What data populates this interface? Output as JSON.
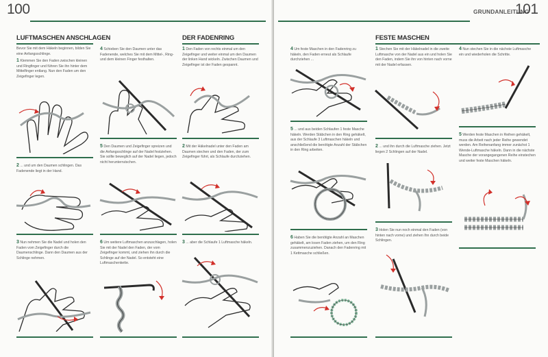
{
  "left": {
    "page_number": "100",
    "sections": {
      "luftmaschen": "LUFTMASCHEN ANSCHLAGEN",
      "fadenring": "DER FADENRING"
    },
    "intro": "Bevor Sie mit dem Häkeln beginnen, bilden Sie eine Anfangsschlinge.",
    "steps": {
      "l1": {
        "n": "1",
        "text": "Klemmen Sie den Faden zwischen kleinen und Ringfinger und führen Sie ihn hinter dem Mittelfinger entlang. Nun den Faden um den Zeigefinger legen."
      },
      "l2": {
        "n": "2",
        "text": "... und um den Daumen schlingen. Das Fadenende liegt in der Hand."
      },
      "l3": {
        "n": "3",
        "text": "Nun nehmen Sie die Nadel und holen den Faden vom Zeigefinger durch die Daumenschlinge. Dann den Daumen aus der Schlinge nehmen."
      },
      "l4": {
        "n": "4",
        "text": "Schieben Sie den Daumen unter das Fadenende, welches Sie mit dem Mittel-, Ring- und dem kleinen Finger festhalten."
      },
      "l5": {
        "n": "5",
        "text": "Den Daumen und Zeigefinger spreizen und die Anfangsschlinge auf der Nadel festziehen. Sie sollte beweglich auf der Nadel liegen, jedoch nicht herunterrutschen."
      },
      "l6": {
        "n": "6",
        "text": "Um weitere Luftmaschen anzuschlagen, holen Sie mit der Nadel den Faden, der vom Zeigefinger kommt, und ziehen ihn durch die Schlinge auf der Nadel. So entsteht eine Luftmaschenkette."
      },
      "f1": {
        "n": "1",
        "text": "Den Faden von rechts einmal um den Zeigefinger und weiter einmal um den Daumen der linken Hand wickeln. Zwischen Daumen und Zeigefinger ist der Faden gespannt."
      },
      "f2": {
        "n": "2",
        "text": "Mit der Häkelnadel unter den Faden am Daumen stechen und den Faden, der zum Zeigefinger führt, als Schlaufe durchziehen."
      },
      "f3": {
        "n": "3",
        "text": "... aber die Schlaufe 1 Luftmasche häkeln."
      }
    }
  },
  "right": {
    "running_head": "GRUNDANLEITUNG",
    "page_number": "101",
    "sections": {
      "feste": "FESTE MASCHEN"
    },
    "steps": {
      "r4": {
        "n": "4",
        "text": "Um feste Maschen in den Fadenring zu häkeln, den Faden erneut als Schlaufe durchziehen ..."
      },
      "r5": {
        "n": "5",
        "text": "... und aus beiden Schlaufen 1 feste Masche häkeln. Werden Stäbchen in den Ring gehäkelt, aus der Schlaufe 3 Luftmaschen häkeln und anschließend die benötigte Anzahl der Stäbchen in den Ring arbeiten."
      },
      "r6": {
        "n": "6",
        "text": "Haben Sie die benötigte Anzahl an Maschen gehäkelt, am losen Faden ziehen, um den Ring zusammenzuziehen. Danach den Fadenring mit 1 Kettmasche schließen."
      },
      "s1": {
        "n": "1",
        "text": "Stechen Sie mit der Häkelnadel in die zweite Luftmasche von der Nadel aus ein und holen Sie den Faden, indem Sie ihn von hinten nach vorne mit der Nadel erfassen."
      },
      "s2": {
        "n": "2",
        "text": "... und ihn durch die Luftmasche ziehen. Jetzt liegen 2 Schlingen auf der Nadel."
      },
      "s3": {
        "n": "3",
        "text": "Holen Sie nun noch einmal den Faden (von hinten nach vorne) und ziehen Ihn durch beide Schlingen."
      },
      "s4": {
        "n": "4",
        "text": "Nun stechen Sie in die nächste Luftmasche ein und wiederholen die Schritte."
      },
      "s5": {
        "n": "5",
        "text": "Werden feste Maschen in Reihen gehäkelt, muss die Arbeit nach jeder Reihe gewendet werden. Am Reihenanfang immer zunächst 1 Wende-Luftmasche häkeln. Dann in die nächste Masche der vorangegangenen Reihe einstechen und weiter feste Maschen häkeln."
      }
    }
  },
  "colors": {
    "accent": "#2e6e4c",
    "arrow": "#d2302a",
    "ink": "#2a2a2a",
    "yarn": "#9aa0a0"
  }
}
